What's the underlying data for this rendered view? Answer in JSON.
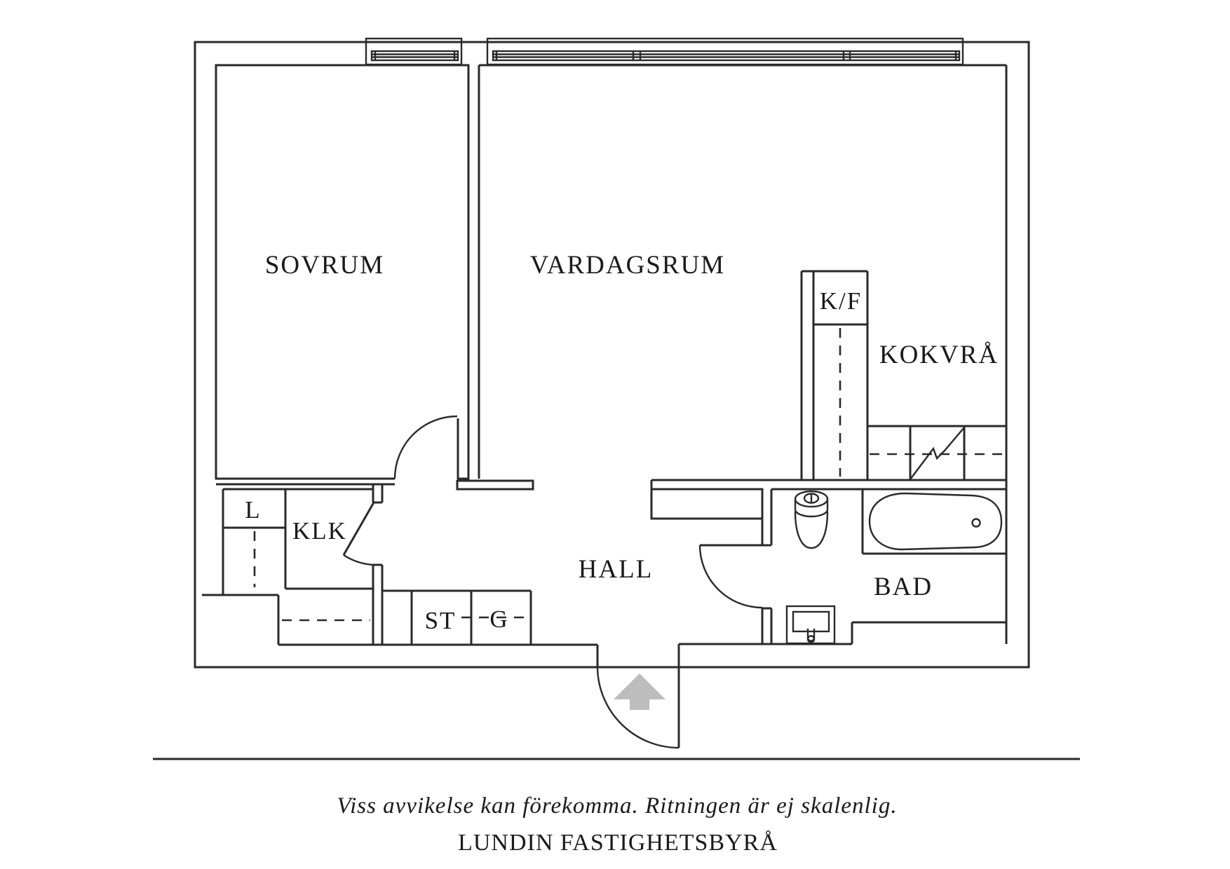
{
  "colors": {
    "line": "#2a2a2a",
    "arrow": "#bdbdbd",
    "background": "#ffffff"
  },
  "rooms": {
    "sovrum": "SOVRUM",
    "vardagsrum": "VARDAGSRUM",
    "kokvra": "KOKVRÅ",
    "kf": "K/F",
    "klk": "KLK",
    "l": "L",
    "st": "ST",
    "g": "G",
    "hall": "HALL",
    "bad": "BAD"
  },
  "symbols": {
    "entrance_arrow": "entrance-direction-arrow",
    "stove": "stove-hob-symbol",
    "bathtub": "bathtub-symbol",
    "toilet": "toilet-symbol",
    "sink": "washbasin-symbol",
    "windows": "window-symbols",
    "doors": "door-swing-symbols"
  },
  "footer": {
    "disclaimer": "Viss avvikelse kan förekomma. Ritningen är ej skalenlig.",
    "brand": "LUNDIN FASTIGHETSBYRÅ"
  }
}
